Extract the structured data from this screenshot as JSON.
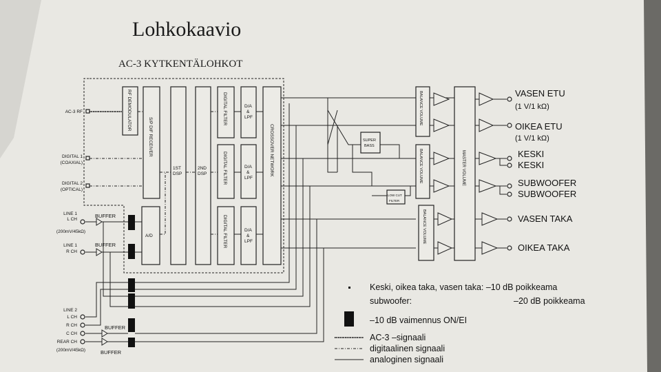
{
  "title": "Lohkokaavio",
  "subtitle": "AC-3 KYTKENTÄLOHKOT",
  "inputs": {
    "ac3_rf": "AC-3 RF",
    "digital1": "DIGITAL 1",
    "digital1_sub": "(COAXIAL)",
    "digital2": "DIGITAL 2",
    "digital2_sub": "(OPTICAL)",
    "line1_l": "LINE 1",
    "line1_l_ch": "L CH",
    "line1_l_spec": "(200mV/45kΩ)",
    "line1_r": "LINE 1",
    "line1_r_ch": "R CH",
    "line2": "LINE 2",
    "line2_l": "L CH",
    "line2_r": "R CH",
    "line2_c": "C CH",
    "line2_rear": "REAR CH",
    "line2_spec": "(200mV/45kΩ)"
  },
  "blocks": {
    "rf_demod": "RF DEMODULATOR",
    "spdif": "S/P DIF RECEIVER",
    "ad": "A/D",
    "dsp1_a": "1ST",
    "dsp1_b": "DSP",
    "dsp2_a": "2ND",
    "dsp2_b": "DSP",
    "digital_filter": "DIGITAL FILTER",
    "da_1": "D/A",
    "da_2": "&",
    "da_3": "LPF",
    "crossover": "CROSSOVER NETWORK",
    "super_bass_1": "SUPER",
    "super_bass_2": "BASS",
    "low_cut_1": "LOW CUT",
    "low_cut_2": "FILTER",
    "balance_volume": "BALANCE VOLUME",
    "master_volume": "MASTER VOLUME",
    "buffer": "BUFFER"
  },
  "outputs": {
    "front_left": "VASEN ETU",
    "front_left_spec": "(1 V/1 kΩ)",
    "front_right": "OIKEA ETU",
    "front_right_spec": "(1 V/1 kΩ)",
    "center_1": "KESKI",
    "center_2": "KESKI",
    "sub_1": "SUBWOOFER",
    "sub_2": "SUBWOOFER",
    "rear_left": "VASEN TAKA",
    "rear_right": "OIKEA TAKA"
  },
  "legend": {
    "dot_note_1": "Keski, oikea taka, vasen taka: –10 dB poikkeama",
    "dot_note_2a": "subwoofer:",
    "dot_note_2b": "–20 dB poikkeama",
    "attenuation": "–10 dB vaimennus ON/EI",
    "ac3_signal": "AC-3 –signaali",
    "digital_signal": "digitaalinen signaali",
    "analog_signal": "analoginen signaali"
  }
}
